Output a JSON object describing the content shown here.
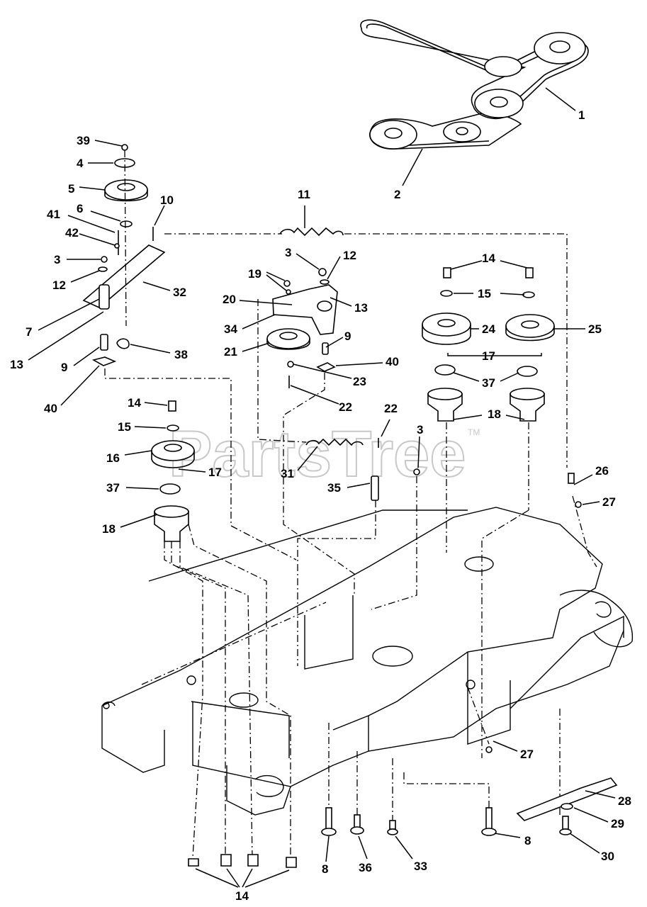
{
  "watermark": {
    "text": "PartsTree",
    "trademark": "TM"
  },
  "callouts": [
    {
      "id": "c1",
      "label": "1"
    },
    {
      "id": "c2",
      "label": "2"
    },
    {
      "id": "c39",
      "label": "39"
    },
    {
      "id": "c4",
      "label": "4"
    },
    {
      "id": "c5",
      "label": "5"
    },
    {
      "id": "c10",
      "label": "10"
    },
    {
      "id": "c6",
      "label": "6"
    },
    {
      "id": "c41",
      "label": "41"
    },
    {
      "id": "c42",
      "label": "42"
    },
    {
      "id": "c3a",
      "label": "3"
    },
    {
      "id": "c12a",
      "label": "12"
    },
    {
      "id": "c32",
      "label": "32"
    },
    {
      "id": "c7",
      "label": "7"
    },
    {
      "id": "c13a",
      "label": "13"
    },
    {
      "id": "c9a",
      "label": "9"
    },
    {
      "id": "c38",
      "label": "38"
    },
    {
      "id": "c40a",
      "label": "40"
    },
    {
      "id": "c11",
      "label": "11"
    },
    {
      "id": "c3b",
      "label": "3"
    },
    {
      "id": "c12b",
      "label": "12"
    },
    {
      "id": "c19",
      "label": "19"
    },
    {
      "id": "c20",
      "label": "20"
    },
    {
      "id": "c13b",
      "label": "13"
    },
    {
      "id": "c34",
      "label": "34"
    },
    {
      "id": "c9b",
      "label": "9"
    },
    {
      "id": "c21",
      "label": "21"
    },
    {
      "id": "c40b",
      "label": "40"
    },
    {
      "id": "c23",
      "label": "23"
    },
    {
      "id": "c22a",
      "label": "22"
    },
    {
      "id": "c22b",
      "label": "22"
    },
    {
      "id": "c14a",
      "label": "14"
    },
    {
      "id": "c15a",
      "label": "15"
    },
    {
      "id": "c24",
      "label": "24"
    },
    {
      "id": "c25",
      "label": "25"
    },
    {
      "id": "c17a",
      "label": "17"
    },
    {
      "id": "c37a",
      "label": "37"
    },
    {
      "id": "c18a",
      "label": "18"
    },
    {
      "id": "c14b",
      "label": "14"
    },
    {
      "id": "c15b",
      "label": "15"
    },
    {
      "id": "c16",
      "label": "16"
    },
    {
      "id": "c17b",
      "label": "17"
    },
    {
      "id": "c37b",
      "label": "37"
    },
    {
      "id": "c18b",
      "label": "18"
    },
    {
      "id": "c31",
      "label": "31"
    },
    {
      "id": "c3c",
      "label": "3"
    },
    {
      "id": "c35",
      "label": "35"
    },
    {
      "id": "c26",
      "label": "26"
    },
    {
      "id": "c27a",
      "label": "27"
    },
    {
      "id": "c27b",
      "label": "27"
    },
    {
      "id": "c28",
      "label": "28"
    },
    {
      "id": "c29",
      "label": "29"
    },
    {
      "id": "c30",
      "label": "30"
    },
    {
      "id": "c8a",
      "label": "8"
    },
    {
      "id": "c8b",
      "label": "8"
    },
    {
      "id": "c36",
      "label": "36"
    },
    {
      "id": "c33",
      "label": "33"
    },
    {
      "id": "c14c",
      "label": "14"
    }
  ]
}
